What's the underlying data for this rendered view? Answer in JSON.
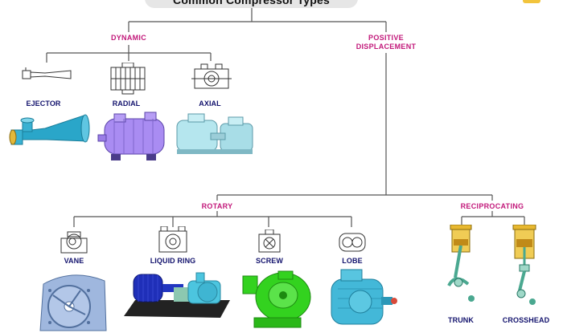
{
  "title": "Common Compressor Types",
  "categories": {
    "dynamic": "DYNAMIC",
    "positive_displacement": "POSITIVE DISPLACEMENT",
    "rotary": "ROTARY",
    "reciprocating": "RECIPROCATING"
  },
  "types": {
    "ejector": "EJECTOR",
    "radial": "RADIAL",
    "axial": "AXIAL",
    "vane": "VANE",
    "liquid_ring": "LIQUID RING",
    "screw": "SCREW",
    "lobe": "LOBE",
    "trunk": "TRUNK",
    "crosshead": "CROSSHEAD"
  },
  "colors": {
    "category_text": "#c2187a",
    "type_text": "#14146e",
    "connector": "#555555",
    "ejector": "#2aa6c9",
    "radial": "#a98cf2",
    "axial": "#b5e6ee",
    "vane": "#9fb7de",
    "liquid_ring_motor": "#1f2fb8",
    "liquid_ring_pump": "#4cc5df",
    "screw": "#33d21f",
    "lobe": "#43b8d8",
    "piston_brass": "#e8b830",
    "rod_green": "#4aa890"
  }
}
